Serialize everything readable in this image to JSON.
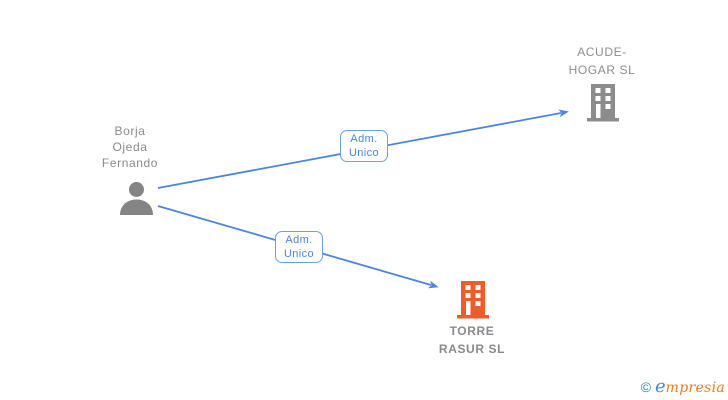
{
  "diagram": {
    "person": {
      "name": "Borja Ojeda Fernando",
      "line1": "Borja",
      "line2": "Ojeda",
      "line3": "Fernando"
    },
    "companies": [
      {
        "name": "ACUDE-HOGAR SL",
        "line1": "ACUDE-",
        "line2": "HOGAR SL",
        "icon_color": "#8c8c8c"
      },
      {
        "name": "TORRE RASUR SL",
        "line1": "TORRE",
        "line2": "RASUR SL",
        "icon_color": "#f15a29"
      }
    ],
    "relationships": [
      {
        "label_line1": "Adm.",
        "label_line2": "Unico",
        "target": "ACUDE-HOGAR SL"
      },
      {
        "label_line1": "Adm.",
        "label_line2": "Unico",
        "target": "TORRE RASUR SL"
      }
    ],
    "colors": {
      "arrow": "#4a85e0",
      "relationship_text": "#4a85e0",
      "node_text": "#8c8c8c",
      "person_icon": "#848484"
    }
  },
  "footer": {
    "copyright": "©",
    "brand_initial": "e",
    "brand_rest": "mpresia",
    "brand": "empresia"
  }
}
